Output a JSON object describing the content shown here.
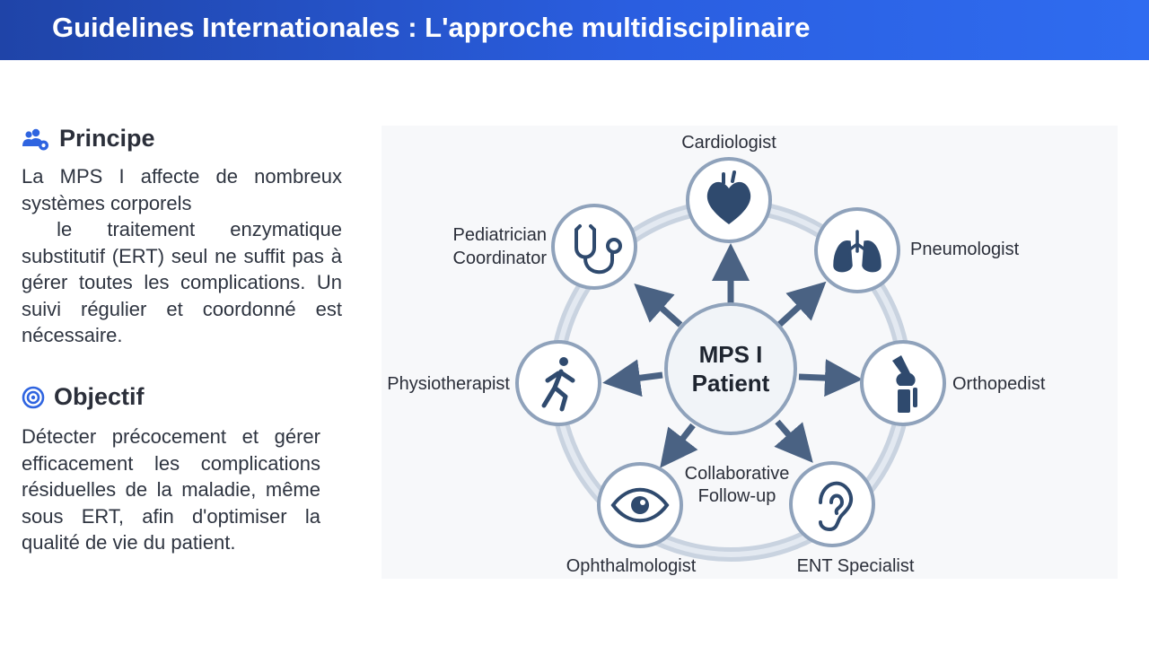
{
  "header": {
    "title": "Guidelines Internationales : L'approche multidisciplinaire"
  },
  "principe": {
    "icon": "users-gear-icon",
    "title": "Principe",
    "line1": "La MPS I affecte de nombreux systèmes corporels",
    "line2": " le traitement enzymatique substitutif (ERT) seul ne suffit pas à gérer toutes les complications. Un suivi régulier et coordonné est nécessaire."
  },
  "objectif": {
    "icon": "target-icon",
    "title": "Objectif",
    "text": "Détecter précocement et gérer efficacement les complications résiduelles de la maladie, même sous ERT, afin d'optimiser la qualité de vie du patient."
  },
  "diagram": {
    "center_line1": "MPS I",
    "center_line2": "Patient",
    "collab_line1": "Collaborative",
    "collab_line2": "Follow-up",
    "specialists": {
      "cardiologist": "Cardiologist",
      "pneumologist": "Pneumologist",
      "orthopedist": "Orthopedist",
      "ent": "ENT Specialist",
      "ophthalmologist": "Ophthalmologist",
      "physiotherapist": "Physiotherapist",
      "pediatrician_line1": "Pediatrician",
      "pediatrician_line2": "Coordinator"
    },
    "colors": {
      "ring": "#c9d3e0",
      "node_stroke": "#8fa2bb",
      "arrow": "#4a6283",
      "icon": "#2f4a6e",
      "text": "#2b2f3a"
    }
  }
}
